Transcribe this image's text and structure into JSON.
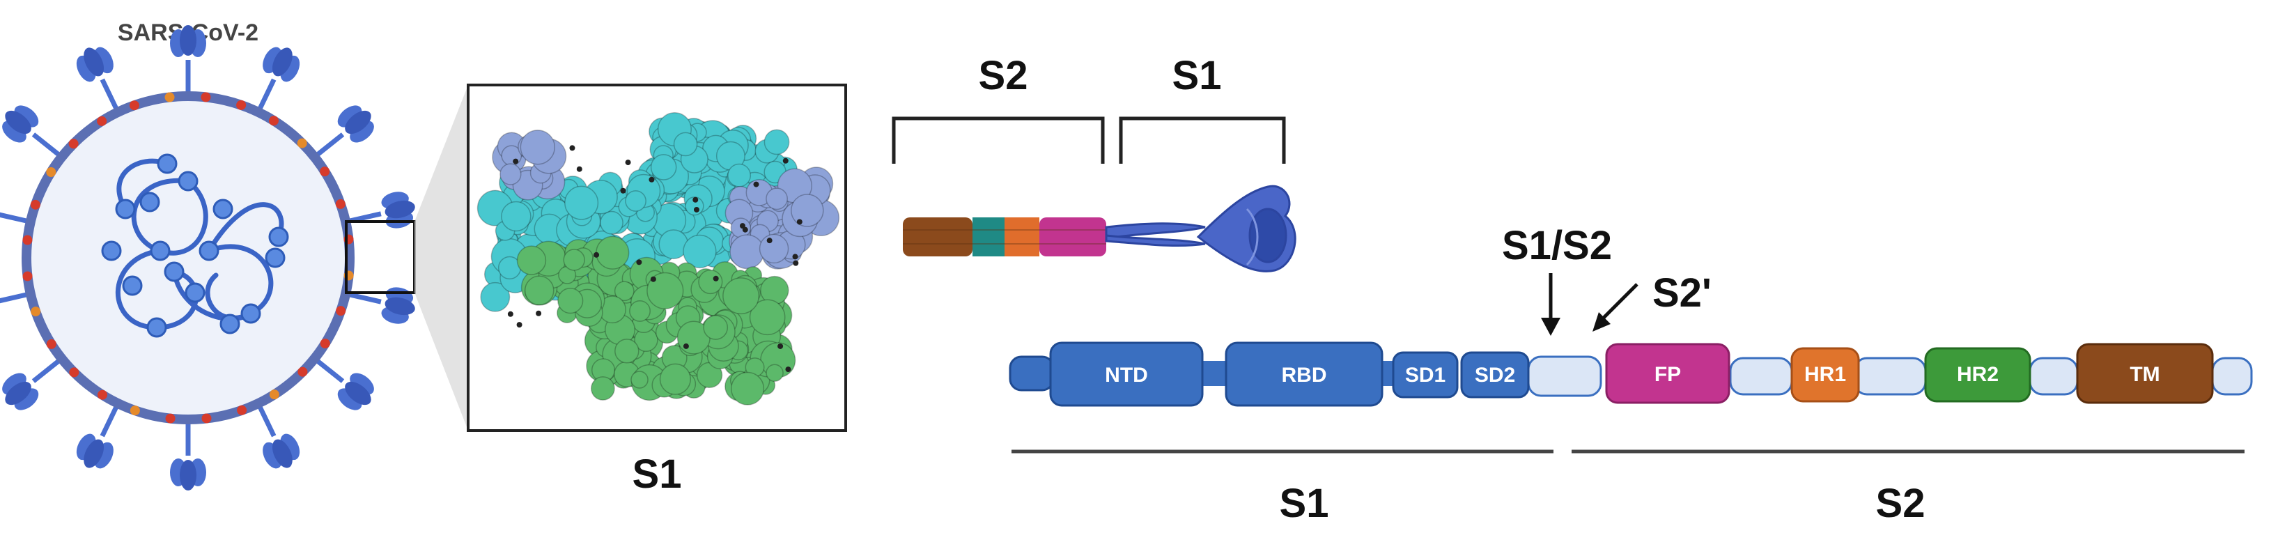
{
  "virus": {
    "title": "SARS-CoV-2"
  },
  "structure_panel": {
    "caption": "S1"
  },
  "spike_model": {
    "bracket_s2": "S2",
    "bracket_s1": "S1",
    "colors": {
      "brown": "#8b4a1c",
      "teal": "#1f8a85",
      "orange": "#e06d2c",
      "magenta": "#c2348f",
      "head": "#4a66c8"
    }
  },
  "cleavage": {
    "s1s2_label": "S1/S2",
    "s2prime_label": "S2'"
  },
  "domains": {
    "ntd": "NTD",
    "rbd": "RBD",
    "sd1": "SD1",
    "sd2": "SD2",
    "fp": "FP",
    "hr1": "HR1",
    "hr2": "HR2",
    "tm": "TM"
  },
  "regions": {
    "s1": "S1",
    "s2": "S2"
  },
  "colors": {
    "s1_domain": "#3a6fc0",
    "linker": "#dbe6f6",
    "fp": "#c2348f",
    "hr1": "#e0742c",
    "hr2": "#3d9a3a",
    "tm": "#8b4a1c",
    "virus_membrane": "#5b6fb3",
    "spike_blue": "#4a6fd0",
    "protein_cyan": "#48c8cf",
    "protein_green": "#5cb96a",
    "protein_lavender": "#8da2d8"
  }
}
